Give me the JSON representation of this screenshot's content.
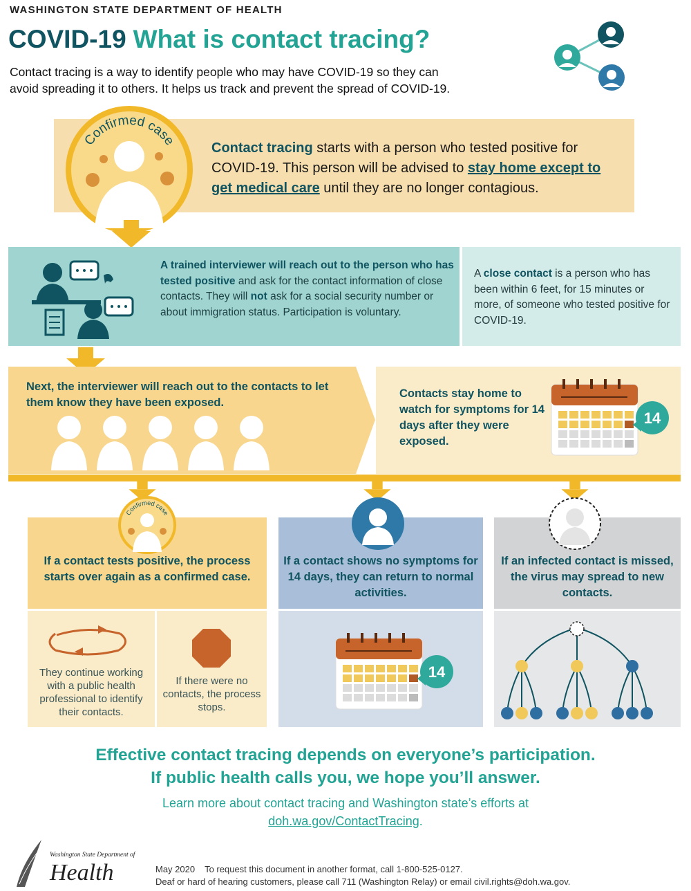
{
  "header": {
    "agency": "WASHINGTON STATE DEPARTMENT OF HEALTH",
    "title_prefix": "COVID-19",
    "title_question": "What is contact tracing?",
    "intro_line1": "Contact tracing is a way to identify people who may have COVID-19 so they can",
    "intro_line2": "avoid spreading it to others. It helps us track and prevent the spread of COVID-19."
  },
  "confirmed_case": {
    "badge_label": "Confirmed case",
    "text_bold": "Contact tracing",
    "text_1": " starts with a person who tested positive for COVID-19. This person will be advised to ",
    "text_link": "stay home except to get medical care",
    "text_2": " until they are no longer contagious."
  },
  "interview": {
    "bold_1": "A trained interviewer will reach out to the person who has tested positive",
    "text_1": " and ask for the contact information of close contacts. They will ",
    "bold_2": "not",
    "text_2": " ask for a social security number or about immigration status. Participation is voluntary."
  },
  "close_contact": {
    "text_1": "A ",
    "bold": "close contact",
    "text_2": " is a person who has been within 6 feet, for 15 minutes or more, of someone who tested positive for COVID-19."
  },
  "contacts": {
    "text": "Next, the interviewer will reach out to the contacts to let them know they have been exposed.",
    "home_text": "Contacts stay home to watch for symptoms for 14 days after they were exposed.",
    "calendar_badge": "14"
  },
  "outcomes": {
    "badge_label": "Confirmed case",
    "positive": "If a contact tests positive, the process starts over again as a confirmed case.",
    "no_symptoms": "If a contact shows no symptoms for 14 days, they can return to normal activities.",
    "missed": "If an infected contact is missed, the virus may spread to new contacts.",
    "continue": "They continue working with a public health professional to identify their contacts.",
    "stop": "If there were no contacts, the process stops.",
    "calendar_badge": "14"
  },
  "closing": {
    "line1": "Effective contact tracing depends on everyone’s participation.",
    "line2": "If public health calls you, we hope you’ll answer.",
    "learn": "Learn more about contact tracing and Washington state’s efforts at",
    "link": "doh.wa.gov/ContactTracing",
    "link_suffix": "."
  },
  "footer": {
    "logo_small": "Washington State Department of",
    "logo_big": "Health",
    "date": "May 2020",
    "request": "To request this document in another format, call 1-800-525-0127.",
    "deaf": "Deaf or hard of hearing customers, please call 711 (Washington Relay) or email civil.rights@doh.wa.gov."
  },
  "colors": {
    "teal": "#1d9a8e",
    "dark_teal": "#0f5460",
    "gold": "#f1b829",
    "light_gold": "#f7deae"
  }
}
